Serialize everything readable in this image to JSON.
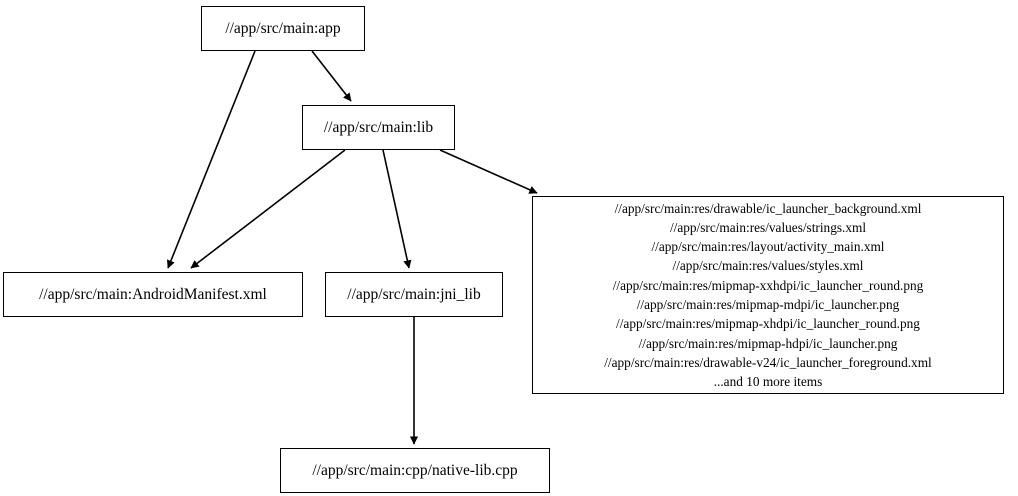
{
  "graph": {
    "type": "directed-dependency-graph",
    "nodes": [
      {
        "id": "app",
        "label": "//app/src/main:app"
      },
      {
        "id": "lib",
        "label": "//app/src/main:lib"
      },
      {
        "id": "manifest",
        "label": "//app/src/main:AndroidManifest.xml"
      },
      {
        "id": "jni_lib",
        "label": "//app/src/main:jni_lib"
      },
      {
        "id": "native_lib",
        "label": "//app/src/main:cpp/native-lib.cpp"
      },
      {
        "id": "res",
        "label": "//app/src/main:res/drawable/ic_launcher_background.xml\n//app/src/main:res/values/strings.xml\n//app/src/main:res/layout/activity_main.xml\n//app/src/main:res/values/styles.xml\n//app/src/main:res/mipmap-xxhdpi/ic_launcher_round.png\n//app/src/main:res/mipmap-mdpi/ic_launcher.png\n//app/src/main:res/mipmap-xhdpi/ic_launcher_round.png\n//app/src/main:res/mipmap-hdpi/ic_launcher.png\n//app/src/main:res/drawable-v24/ic_launcher_foreground.xml\n...and 10 more items",
        "lines": [
          "//app/src/main:res/drawable/ic_launcher_background.xml",
          "//app/src/main:res/values/strings.xml",
          "//app/src/main:res/layout/activity_main.xml",
          "//app/src/main:res/values/styles.xml",
          "//app/src/main:res/mipmap-xxhdpi/ic_launcher_round.png",
          "//app/src/main:res/mipmap-mdpi/ic_launcher.png",
          "//app/src/main:res/mipmap-xhdpi/ic_launcher_round.png",
          "//app/src/main:res/mipmap-hdpi/ic_launcher.png",
          "//app/src/main:res/drawable-v24/ic_launcher_foreground.xml",
          "...and 10 more items"
        ]
      }
    ],
    "edges": [
      {
        "from": "app",
        "to": "manifest"
      },
      {
        "from": "app",
        "to": "lib"
      },
      {
        "from": "lib",
        "to": "manifest"
      },
      {
        "from": "lib",
        "to": "jni_lib"
      },
      {
        "from": "lib",
        "to": "res"
      },
      {
        "from": "jni_lib",
        "to": "native_lib"
      }
    ],
    "colors": {
      "background": "#ffffff",
      "node_border": "#000000",
      "node_fill": "#ffffff",
      "edge": "#000000",
      "text": "#000000"
    }
  }
}
